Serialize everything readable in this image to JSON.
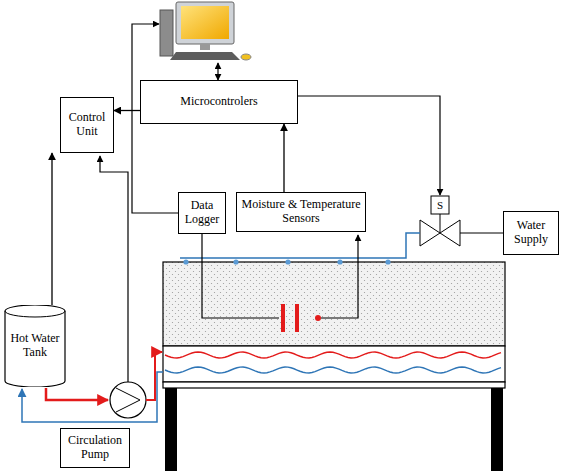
{
  "diagram": {
    "nodes": [
      {
        "text": [
          "Control Unit"
        ]
      },
      {
        "text": [
          "Microcontrolers"
        ]
      },
      {
        "text": [
          "Data Logger"
        ]
      },
      {
        "text": [
          "Moisture & Temperature Sensors"
        ]
      },
      {
        "text": [
          "Water Supply"
        ]
      },
      {
        "text": [
          "Hot Water Tank"
        ]
      },
      {
        "text": [
          "Circulation Pump"
        ]
      }
    ],
    "edges": [
      {
        "from": 1,
        "to": 0,
        "arrow": "to"
      },
      {
        "from": 3,
        "to": 1,
        "arrow": "to"
      },
      {
        "from": 5,
        "to": 0,
        "arrow": "to"
      }
    ],
    "labels": [
      "S"
    ]
  }
}
